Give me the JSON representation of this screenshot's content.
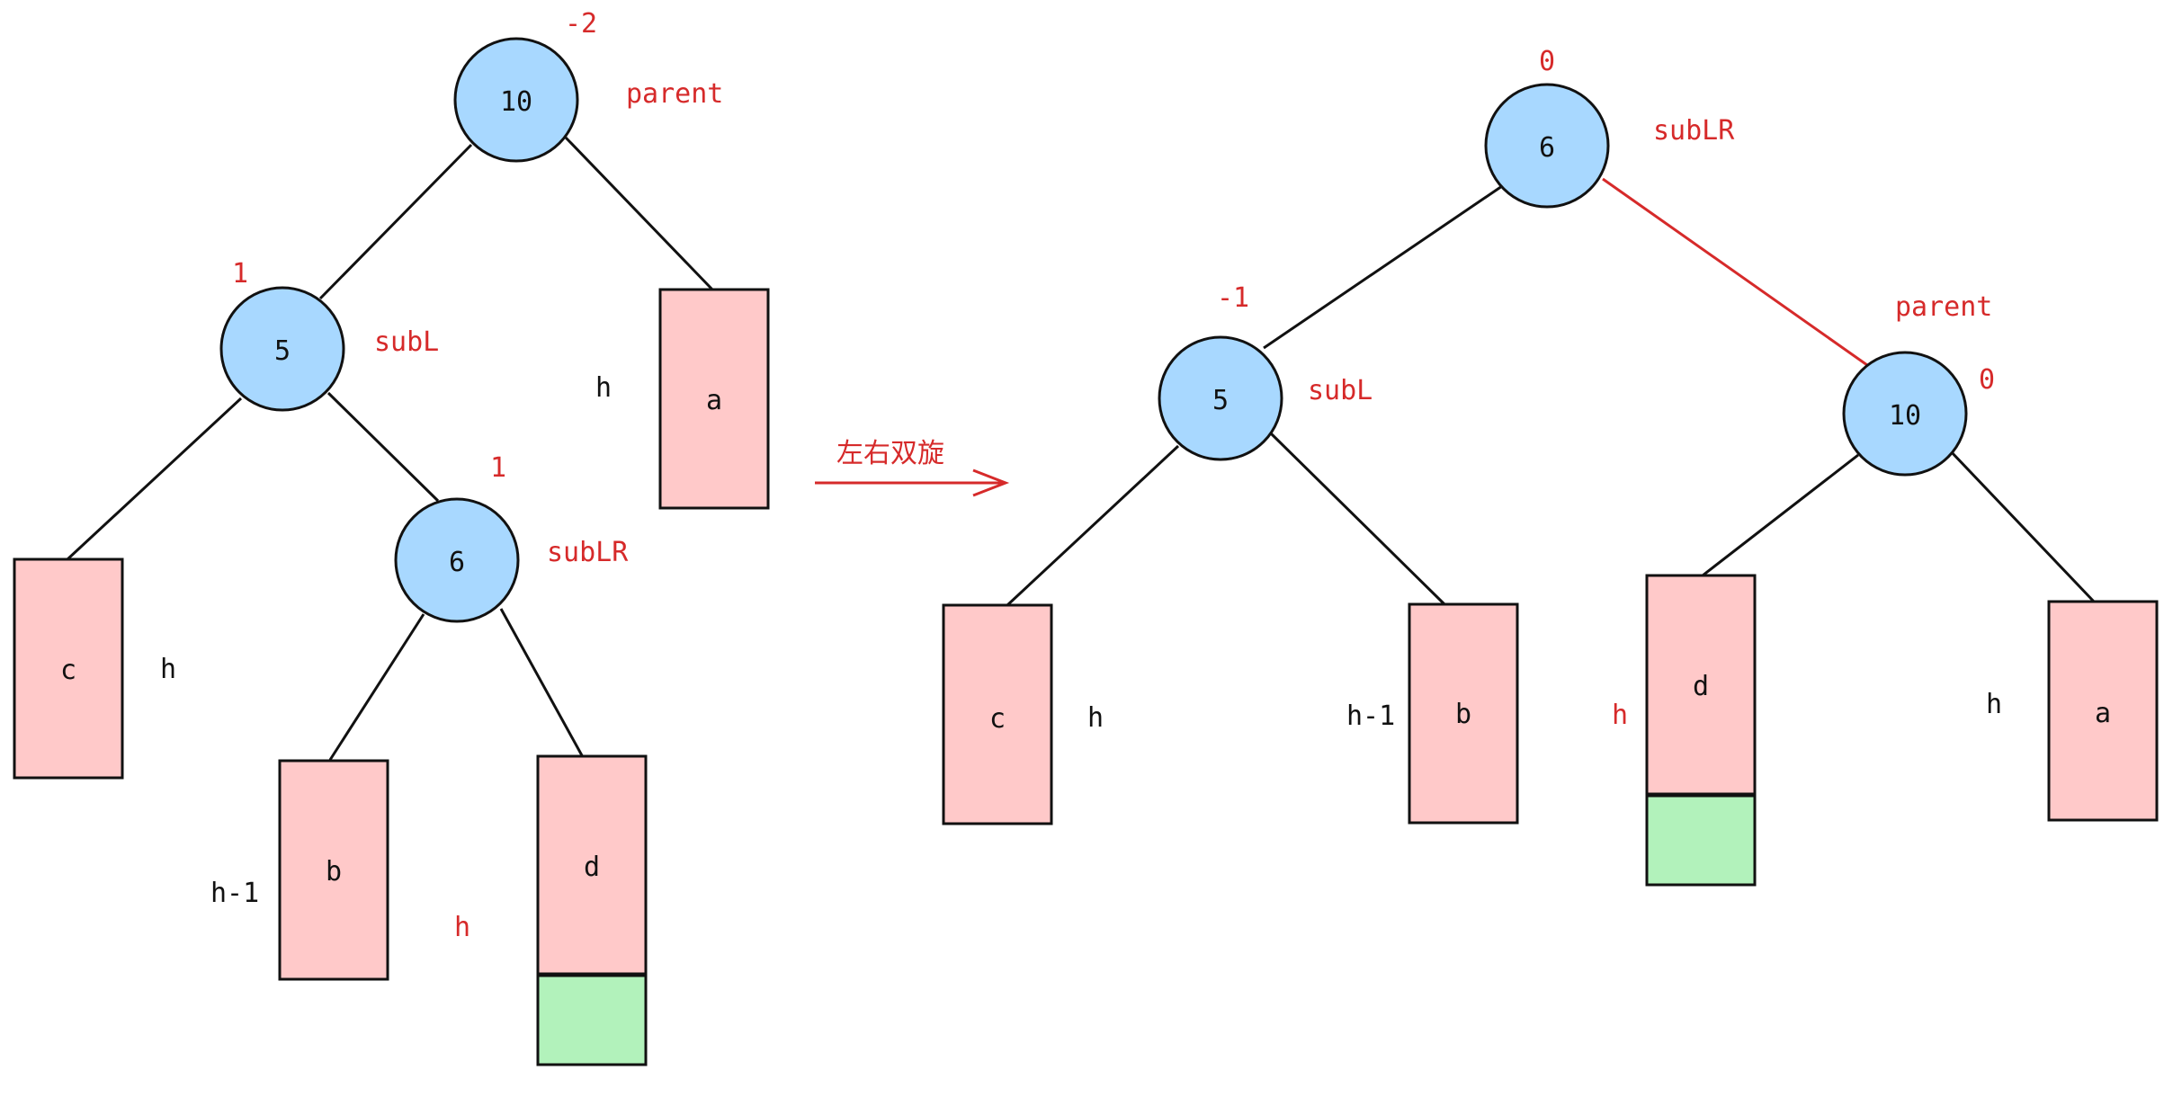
{
  "colors": {
    "node_fill": "#a8d8ff",
    "leaf_fill": "#ffc9c9",
    "extra_fill": "#b2f2bb",
    "annotation": "#d62a2a",
    "stroke": "#111111"
  },
  "operation": {
    "label": "左右双旋",
    "icon": "right-arrow-icon"
  },
  "before": {
    "nodes": {
      "parent": {
        "key": "10",
        "role": "parent",
        "bf": "-2"
      },
      "subL": {
        "key": "5",
        "role": "subL",
        "bf": "1"
      },
      "subLR": {
        "key": "6",
        "role": "subLR",
        "bf": "1"
      }
    },
    "subtrees": {
      "a": {
        "name": "a",
        "height": "h"
      },
      "b": {
        "name": "b",
        "height": "h-1"
      },
      "c": {
        "name": "c",
        "height": "h"
      },
      "d": {
        "name": "d",
        "height": "h"
      }
    }
  },
  "after": {
    "nodes": {
      "subLR": {
        "key": "6",
        "role": "subLR",
        "bf": "0"
      },
      "subL": {
        "key": "5",
        "role": "subL",
        "bf": "-1"
      },
      "parent": {
        "key": "10",
        "role": "parent",
        "bf": "0"
      }
    },
    "subtrees": {
      "c": {
        "name": "c",
        "height": "h"
      },
      "b": {
        "name": "b",
        "height": "h-1"
      },
      "d": {
        "name": "d",
        "height": "h"
      },
      "a": {
        "name": "a",
        "height": "h"
      }
    }
  }
}
